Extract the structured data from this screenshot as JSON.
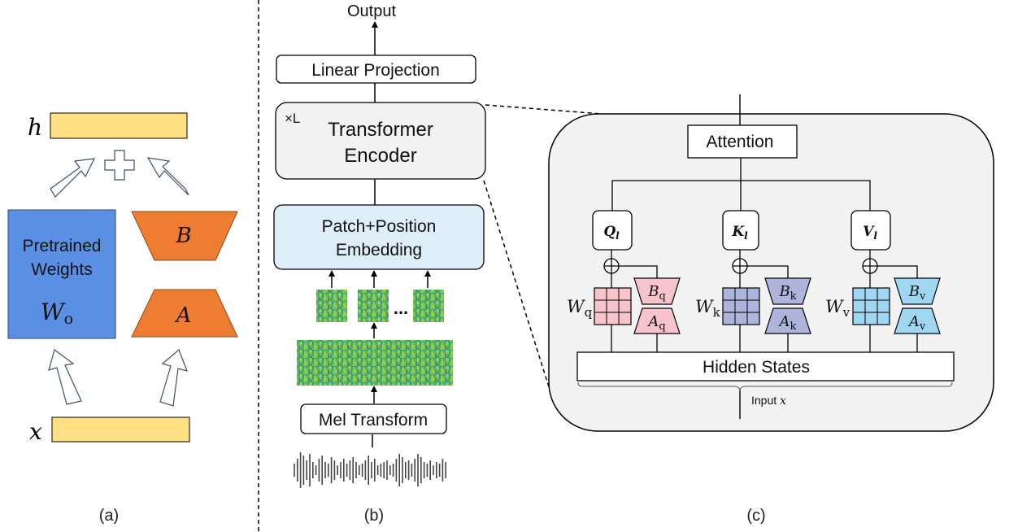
{
  "panel_a": {
    "caption": "(a)",
    "h_label": "h",
    "x_label": "x",
    "pretrained_line1": "Pretrained",
    "pretrained_line2": "Weights",
    "w0_main": "W",
    "w0_sub": "o",
    "b_label": "B",
    "a_label": "A",
    "colors": {
      "yellow": "#ffe083",
      "blue": "#5b8fe3",
      "orange": "#ef7d31"
    }
  },
  "panel_b": {
    "caption": "(b)",
    "output_label": "Output",
    "linear_projection": "Linear Projection",
    "times_l": "×L",
    "encoder_line1": "Transformer",
    "encoder_line2": "Encoder",
    "patch_line1": "Patch+Position",
    "patch_line2": "Embedding",
    "ellipsis": "...",
    "mel_transform": "Mel Transform",
    "colors": {
      "encoder_fill": "#f2f2f2",
      "patch_fill": "#ddeef9"
    }
  },
  "panel_c": {
    "caption": "(c)",
    "attention": "Attention",
    "q_main": "Q",
    "k_main": "K",
    "v_main": "V",
    "qkv_sub": "l",
    "wq_main": "W",
    "wq_sub": "q",
    "wk_main": "W",
    "wk_sub": "k",
    "wv_main": "W",
    "wv_sub": "v",
    "bq_main": "B",
    "bq_sub": "q",
    "aq_main": "A",
    "aq_sub": "q",
    "bk_main": "B",
    "bk_sub": "k",
    "ak_main": "A",
    "ak_sub": "k",
    "bv_main": "B",
    "bv_sub": "v",
    "av_main": "A",
    "av_sub": "v",
    "hidden_states": "Hidden States",
    "input_text": "Input ",
    "input_var": "x",
    "colors": {
      "pink": "#f7c4cc",
      "purple": "#aeb4dc",
      "cyan": "#9fd6f1",
      "panel": "#f2f2f2"
    }
  }
}
